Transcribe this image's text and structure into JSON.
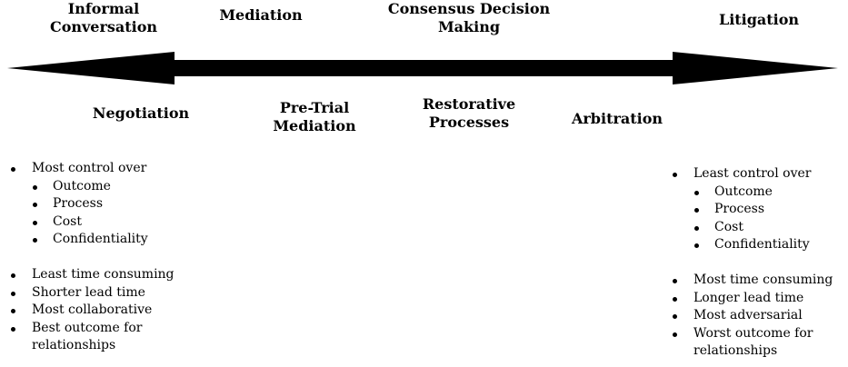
{
  "top_labels": {
    "informal_conversation": [
      "Informal",
      "Conversation"
    ],
    "mediation": "Mediation",
    "consensus": [
      "Consensus Decision",
      "Making"
    ],
    "litigation": "Litigation"
  },
  "bottom_labels": {
    "negotiation": "Negotiation",
    "pretrial": [
      "Pre-Trial",
      "Mediation"
    ],
    "restorative": [
      "Restorative",
      "Processes"
    ],
    "arbitration": "Arbitration"
  },
  "left_list": {
    "control": "Most control over",
    "sub": [
      "Outcome",
      "Process",
      "Cost",
      "Confidentiality"
    ],
    "points": [
      "Least time consuming",
      "Shorter lead time",
      "Most collaborative",
      "Best outcome for",
      "relationships"
    ]
  },
  "right_list": {
    "control": "Least control over",
    "sub": [
      "Outcome",
      "Process",
      "Cost",
      "Confidentiality"
    ],
    "points": [
      "Most time consuming",
      "Longer lead time",
      "Most adversarial",
      "Worst outcome for",
      "relationships"
    ]
  },
  "colors": {
    "arrow": "#000000",
    "text": "#000000",
    "background": "#ffffff"
  }
}
